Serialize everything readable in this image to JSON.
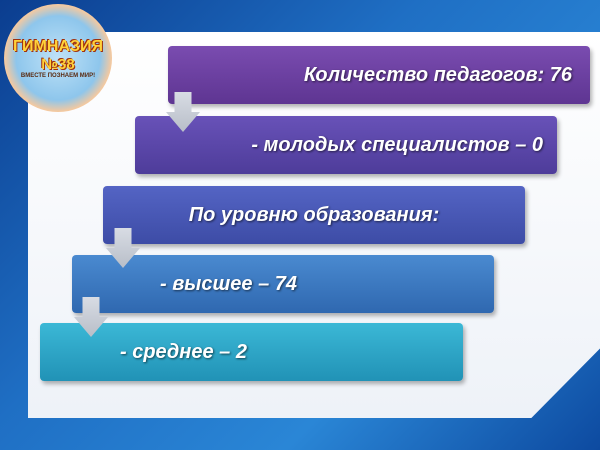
{
  "logo": {
    "title": "ГИМНАЗИЯ",
    "number": "№38",
    "motto": "ВМЕСТЕ ПОЗНАЕМ МИР!"
  },
  "items": [
    {
      "label": "Количество педагогов:  76",
      "color": "#6b3fa0"
    },
    {
      "label": "- молодых специалистов – 0",
      "color": "#5a45a8"
    },
    {
      "label": "По уровню образования:",
      "color": "#4756b4"
    },
    {
      "label": "- высшее – 74",
      "color": "#3b78c2"
    },
    {
      "label": "- среднее – 2",
      "color": "#2ba6c6"
    }
  ]
}
